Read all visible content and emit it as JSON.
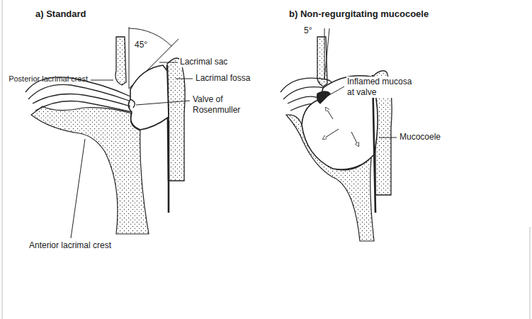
{
  "diagram": {
    "labels": [
      "a) Standard",
      "b) Non-regurgitating mucocoele",
      "45°",
      "Posterior lacrimal crest",
      "Lacrimal sac",
      "Lacrimal fossa",
      "Valve of Rosenmuller",
      "Anterior lacrimal crest",
      "5°",
      "Inflamed mucosa at valve",
      "Mucocoele"
    ]
  }
}
